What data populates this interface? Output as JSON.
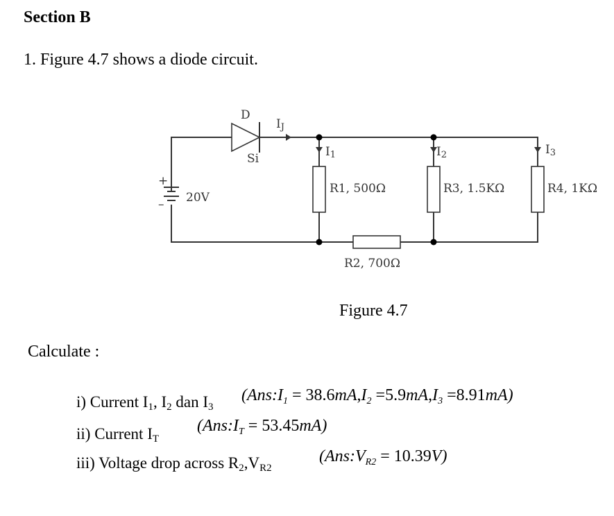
{
  "document": {
    "section_title": "Section B",
    "question": "1. Figure 4.7 shows a diode circuit.",
    "figure_caption": "Figure 4.7",
    "calculate_label": "Calculate :"
  },
  "circuit": {
    "source": {
      "label": "20V",
      "plus": "+",
      "minus": "–"
    },
    "diode": {
      "name": "D",
      "material": "Si"
    },
    "currents": {
      "total": {
        "main": "I",
        "sub": "J"
      },
      "i1": {
        "main": "I",
        "sub": "1"
      },
      "i2": {
        "main": "I",
        "sub": "2"
      },
      "i3": {
        "main": "I",
        "sub": "3"
      }
    },
    "resistors": {
      "r1": "R1, 500Ω",
      "r2": "R2, 700Ω",
      "r3": "R3, 1.5KΩ",
      "r4": "R4, 1KΩ"
    }
  },
  "questions": [
    {
      "prefix": "i) Current I",
      "s1": "1",
      "mid1": ", I",
      "s2": "2",
      "mid2": " dan I",
      "s3": "3",
      "answer": {
        "open": "(Ans:",
        "v1": "I",
        "v1sub": "1",
        "val1": " = 38.6",
        "u1": "mA",
        "sep1": ",",
        "v2": "I",
        "v2sub": "2",
        "val2": " =5.9",
        "u2": "mA",
        "sep2": ",",
        "v3": "I",
        "v3sub": "3",
        "val3": " =8.91",
        "u3": "mA",
        "close": ")"
      }
    },
    {
      "prefix": "ii)  Current I",
      "s1": "T",
      "answer": {
        "open": "(Ans:",
        "v1": "I",
        "v1sub": "T",
        "val1": " = 53.45",
        "u1": "mA",
        "close": ")"
      }
    },
    {
      "prefix": "iii)  Voltage drop across R",
      "s1": "2",
      "mid1": ",V",
      "s2": "R2",
      "answer": {
        "open": "(Ans:",
        "v1": "V",
        "v1sub": "R2",
        "val1": " = 10.39",
        "u1": "V",
        "close": ")"
      }
    }
  ]
}
